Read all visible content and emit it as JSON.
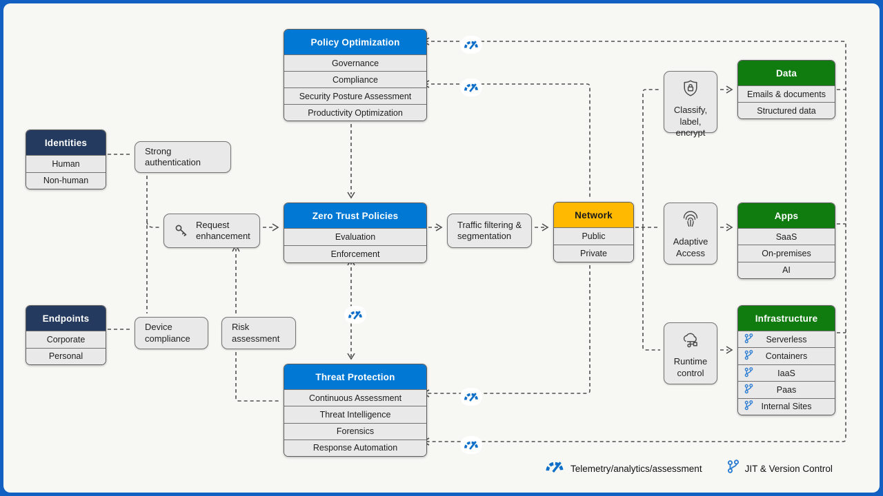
{
  "boxes": {
    "policy_optimization": {
      "title": "Policy Optimization",
      "rows": [
        "Governance",
        "Compliance",
        "Security Posture Assessment",
        "Productivity Optimization"
      ]
    },
    "identities": {
      "title": "Identities",
      "rows": [
        "Human",
        "Non-human"
      ]
    },
    "endpoints": {
      "title": "Endpoints",
      "rows": [
        "Corporate",
        "Personal"
      ]
    },
    "zero_trust_policies": {
      "title": "Zero Trust Policies",
      "rows": [
        "Evaluation",
        "Enforcement"
      ]
    },
    "network": {
      "title": "Network",
      "rows": [
        "Public",
        "Private"
      ]
    },
    "data": {
      "title": "Data",
      "rows": [
        "Emails & documents",
        "Structured data"
      ]
    },
    "apps": {
      "title": "Apps",
      "rows": [
        "SaaS",
        "On-premises",
        "AI"
      ]
    },
    "infrastructure": {
      "title": "Infrastructure",
      "rows": [
        "Serverless",
        "Containers",
        "IaaS",
        "Paas",
        "Internal Sites"
      ]
    },
    "threat_protection": {
      "title": "Threat Protection",
      "rows": [
        "Continuous Assessment",
        "Threat Intelligence",
        "Forensics",
        "Response Automation"
      ]
    }
  },
  "nodes": {
    "strong_authentication": "Strong authentication",
    "request_enhancement": "Request enhancement",
    "device_compliance": "Device compliance",
    "risk_assessment": "Risk assessment",
    "traffic_filtering": "Traffic filtering & segmentation",
    "classify_label_encrypt": "Classify, label, encrypt",
    "adaptive_access": "Adaptive Access",
    "runtime_control": "Runtime control"
  },
  "legend": {
    "telemetry_label": "Telemetry/analytics/assessment",
    "jit_label": "JIT & Version Control"
  },
  "icons": {
    "telemetry": "gauge-icon",
    "jit": "branch-icon",
    "request_enhancement": "key-icon",
    "classify": "shield-lock-icon",
    "adaptive_access": "fingerprint-icon",
    "runtime_control": "cloud-nodes-icon"
  },
  "colors": {
    "header_blue": "#0078D4",
    "header_navy": "#243A5E",
    "header_green": "#107C10",
    "header_yellow": "#FFB900",
    "frame_blue": "#1160C2",
    "background": "#F7F7F4",
    "connector_gray": "#4F4F4F",
    "icon_blue": "#0E6FC8"
  }
}
